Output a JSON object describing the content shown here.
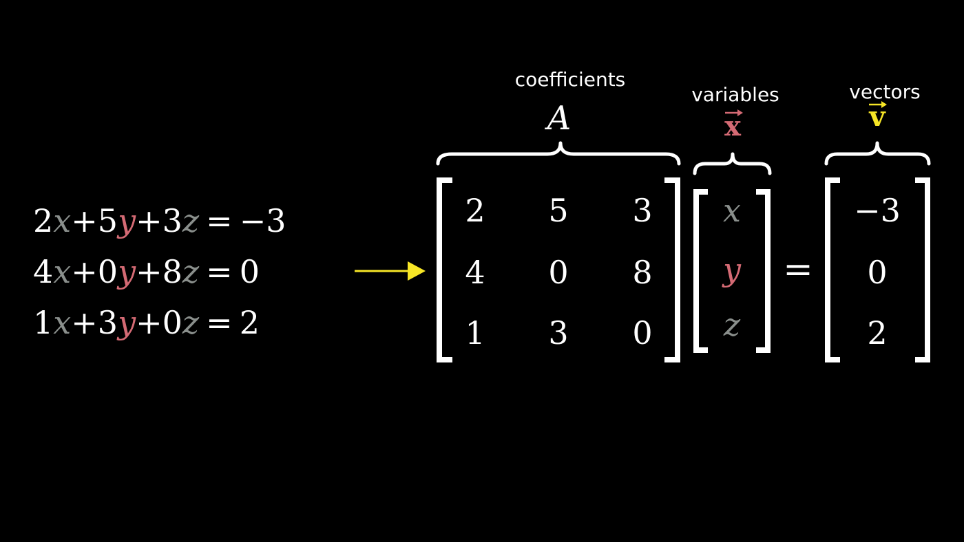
{
  "labels": {
    "coefficients": "coefficients",
    "variables": "variables",
    "vectors": "vectors"
  },
  "symbols": {
    "matrix": "A",
    "var_vector": "x",
    "const_vector": "v"
  },
  "equations": [
    {
      "terms": [
        "2",
        "x",
        "+",
        "5",
        "y",
        "+",
        "3",
        "z",
        "=",
        "−3"
      ]
    },
    {
      "terms": [
        "4",
        "x",
        "+",
        "0",
        "y",
        "+",
        "8",
        "z",
        "=",
        "0"
      ]
    },
    {
      "terms": [
        "1",
        "x",
        "+",
        "3",
        "y",
        "+",
        "0",
        "z",
        "=",
        "2"
      ]
    }
  ],
  "matrix": {
    "rows": [
      [
        "2",
        "5",
        "3"
      ],
      [
        "4",
        "0",
        "8"
      ],
      [
        "1",
        "3",
        "0"
      ]
    ]
  },
  "variables": [
    "x",
    "y",
    "z"
  ],
  "equals": "=",
  "constants": [
    "−3",
    "0",
    "2"
  ],
  "colors": {
    "background": "#000000",
    "text": "#ffffff",
    "x_var": "#8a8f8c",
    "y_var": "#d46a74",
    "z_var": "#8a8f8c",
    "arrow": "#f7e626",
    "vector_v": "#f7e626",
    "vector_x": "#d46a74"
  }
}
